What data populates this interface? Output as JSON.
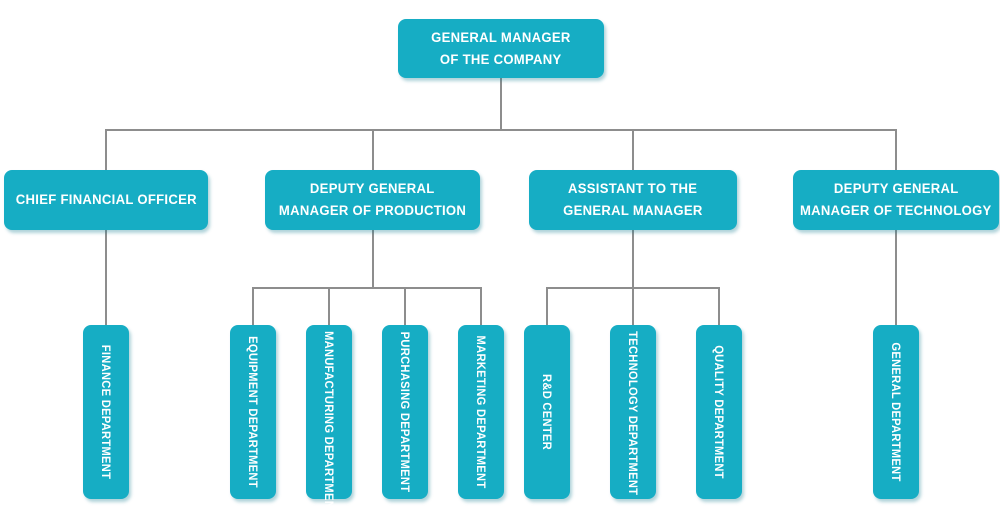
{
  "colors": {
    "node_fill": "#16adc4",
    "node_text": "#ffffff",
    "connector": "#8d8d8d",
    "background": "#ffffff"
  },
  "org": {
    "root": {
      "name": "general-manager",
      "lines": [
        "GENERAL MANAGER",
        "OF THE COMPANY"
      ]
    },
    "managers": [
      {
        "name": "chief-financial-officer",
        "lines": [
          "CHIEF FINANCIAL OFFICER"
        ],
        "reports_to": "general-manager"
      },
      {
        "name": "deputy-general-manager-of-production",
        "lines": [
          "DEPUTY GENERAL",
          "MANAGER OF PRODUCTION"
        ],
        "reports_to": "general-manager"
      },
      {
        "name": "assistant-to-the-general-manager",
        "lines": [
          "ASSISTANT TO THE",
          "GENERAL MANAGER"
        ],
        "reports_to": "general-manager"
      },
      {
        "name": "deputy-general-manager-of-technology",
        "lines": [
          "DEPUTY GENERAL",
          "MANAGER OF TECHNOLOGY"
        ],
        "reports_to": "general-manager"
      }
    ],
    "departments": [
      {
        "name": "finance-department",
        "label": "FINANCE DEPARTMENT",
        "reports_to": "chief-financial-officer"
      },
      {
        "name": "equipment-department",
        "label": "EQUIPMENT DEPARTMENT",
        "reports_to": "deputy-general-manager-of-production"
      },
      {
        "name": "manufacturing-department",
        "label": "MANUFACTURING DEPARTMENT",
        "reports_to": "deputy-general-manager-of-production"
      },
      {
        "name": "purchasing-department",
        "label": "PURCHASING DEPARTMENT",
        "reports_to": "deputy-general-manager-of-production"
      },
      {
        "name": "marketing-department",
        "label": "MARKETING DEPARTMENT",
        "reports_to": "deputy-general-manager-of-production"
      },
      {
        "name": "rd-center",
        "label": "R&D CENTER",
        "reports_to": "assistant-to-the-general-manager"
      },
      {
        "name": "technology-department",
        "label": "TECHNOLOGY DEPARTMENT",
        "reports_to": "assistant-to-the-general-manager"
      },
      {
        "name": "quality-department",
        "label": "QUALITY DEPARTMENT",
        "reports_to": "assistant-to-the-general-manager"
      },
      {
        "name": "general-department",
        "label": "GENERAL DEPARTMENT",
        "reports_to": "deputy-general-manager-of-technology"
      }
    ]
  }
}
